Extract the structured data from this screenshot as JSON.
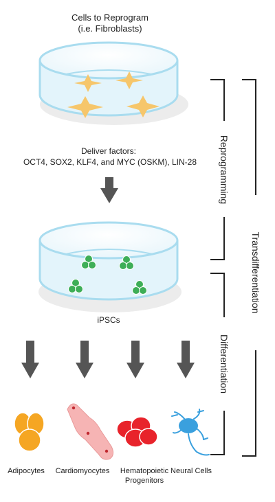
{
  "top_dish": {
    "title_line1": "Cells to Reprogram",
    "title_line2": "(i.e. Fibroblasts)"
  },
  "factors": {
    "line1": "Deliver factors:",
    "line2": "OCT4, SOX2, KLF4, and MYC (OSKM), LIN-28"
  },
  "ipsc_dish": {
    "label": "iPSCs"
  },
  "brackets": {
    "reprogramming": "Reprogramming",
    "differentiation": "Differentiation",
    "transdifferentiation": "Transdifferentiation"
  },
  "cell_types": {
    "adipocytes": "Adipocytes",
    "cardiomyocytes": "Cardiomyocytes",
    "hematopoietic_line1": "Hematopoietic",
    "hematopoietic_line2": "Progenitors",
    "neural": "Neural Cells"
  },
  "colors": {
    "dish_outline": "#a9dcef",
    "dish_fill": "#e3f4fb",
    "fibroblast": "#f6c66b",
    "ipsc": "#3eae57",
    "arrow": "#555555",
    "adipocyte": "#f5a623",
    "cardiomyocyte": "#f6b4b4",
    "blood_cell": "#e8232b",
    "neuron": "#3aa0de",
    "bracket": "#222222"
  }
}
